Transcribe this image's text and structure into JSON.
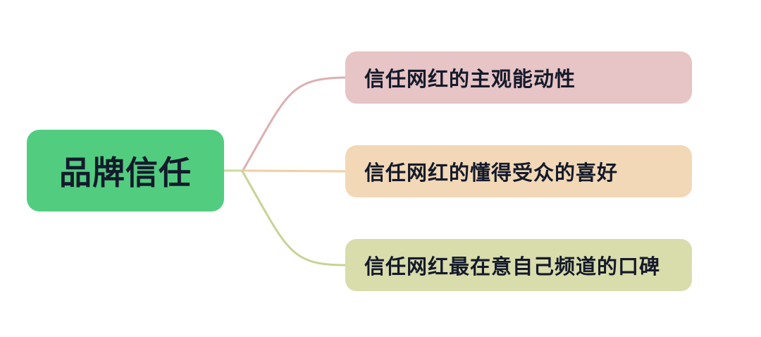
{
  "diagram": {
    "type": "mindmap",
    "background_color": "#ffffff",
    "text_color": "#141a2b",
    "root": {
      "label": "品牌信任",
      "bg_color": "#52cd80"
    },
    "branches": [
      {
        "label": "信任网红的主观能动性",
        "bg_color": "#e7c4c5",
        "line_color": "#ddafb1"
      },
      {
        "label": "信任网红的懂得受众的喜好",
        "bg_color": "#f2d8b6",
        "line_color": "#f0cfa4"
      },
      {
        "label": "信任网红最在意自己频道的口碑",
        "bg_color": "#d9dcab",
        "line_color": "#c9d295"
      }
    ],
    "stub_color": "#c9dca2"
  }
}
